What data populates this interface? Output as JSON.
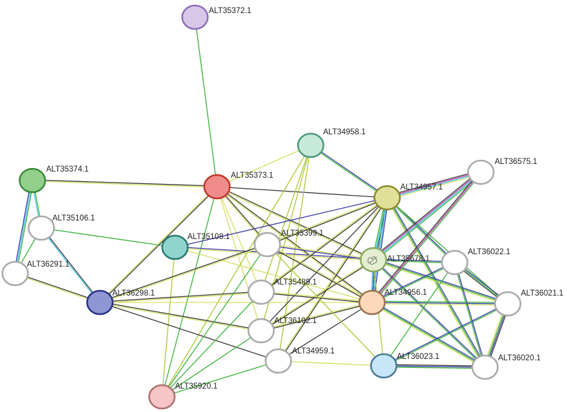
{
  "palette": {
    "black": "#3a3a3a",
    "yellow": "#d6e063",
    "green": "#3cb33c",
    "blue": "#3a3aa8",
    "cyan": "#3cc2ea",
    "magenta": "#c33fa3",
    "lime": "#a9c934"
  },
  "nodes": [
    {
      "id": "ALT35372.1",
      "fill": "#d7c8ea",
      "stroke": "#8f70b8"
    },
    {
      "id": "ALT34958.1",
      "fill": "#c7e9d9",
      "stroke": "#4f9a7c"
    },
    {
      "id": "ALT35373.1",
      "fill": "#f08c8c",
      "stroke": "#c0392b"
    },
    {
      "id": "ALT35374.1",
      "fill": "#92d08c",
      "stroke": "#3d8a3a"
    },
    {
      "id": "ALT36575.1",
      "fill": "#ffffff",
      "stroke": "#aaaaaa"
    },
    {
      "id": "ALT34957.1",
      "fill": "#e0e09a",
      "stroke": "#8b8b2a"
    },
    {
      "id": "ALT35106.1",
      "fill": "#ffffff",
      "stroke": "#aaaaaa"
    },
    {
      "id": "ALT35108.1",
      "fill": "#90d4cc",
      "stroke": "#2a7a72"
    },
    {
      "id": "ALT35399.1",
      "fill": "#ffffff",
      "stroke": "#aaaaaa"
    },
    {
      "id": "ALT35678.1",
      "fill": "#e4efd2",
      "stroke": "#8aab5f"
    },
    {
      "id": "ALT36022.1",
      "fill": "#ffffff",
      "stroke": "#aaaaaa"
    },
    {
      "id": "ALT36291.1",
      "fill": "#ffffff",
      "stroke": "#aaaaaa"
    },
    {
      "id": "ALT35489.1",
      "fill": "#ffffff",
      "stroke": "#aaaaaa"
    },
    {
      "id": "ALT34956.1",
      "fill": "#fcd9ba",
      "stroke": "#9a7350"
    },
    {
      "id": "ALT36021.1",
      "fill": "#ffffff",
      "stroke": "#aaaaaa"
    },
    {
      "id": "ALT36298.1",
      "fill": "#8e97d2",
      "stroke": "#2a3388"
    },
    {
      "id": "ALT36102.1",
      "fill": "#ffffff",
      "stroke": "#aaaaaa"
    },
    {
      "id": "ALT34959.1",
      "fill": "#ffffff",
      "stroke": "#aaaaaa"
    },
    {
      "id": "ALT36023.1",
      "fill": "#c7e7f8",
      "stroke": "#4a7a9a"
    },
    {
      "id": "ALT36020.1",
      "fill": "#ffffff",
      "stroke": "#aaaaaa"
    },
    {
      "id": "ALT35920.1",
      "fill": "#f7c5c5",
      "stroke": "#b07070"
    }
  ],
  "edges": [
    [
      "ALT35372.1",
      "ALT35373.1",
      [
        "green"
      ]
    ],
    [
      "ALT35374.1",
      "ALT35373.1",
      [
        "black",
        "yellow"
      ]
    ],
    [
      "ALT35374.1",
      "ALT35106.1",
      [
        "green",
        "cyan"
      ]
    ],
    [
      "ALT35374.1",
      "ALT36291.1",
      [
        "green",
        "cyan",
        "blue"
      ]
    ],
    [
      "ALT35106.1",
      "ALT36291.1",
      [
        "green"
      ]
    ],
    [
      "ALT35106.1",
      "ALT36298.1",
      [
        "black",
        "cyan"
      ]
    ],
    [
      "ALT35106.1",
      "ALT35108.1",
      [
        "green"
      ]
    ],
    [
      "ALT36291.1",
      "ALT36298.1",
      [
        "black",
        "yellow"
      ]
    ],
    [
      "ALT35373.1",
      "ALT36298.1",
      [
        "black",
        "yellow"
      ]
    ],
    [
      "ALT35373.1",
      "ALT35920.1",
      [
        "green"
      ]
    ],
    [
      "ALT35373.1",
      "ALT34957.1",
      [
        "black"
      ]
    ],
    [
      "ALT35373.1",
      "ALT35399.1",
      [
        "black",
        "yellow"
      ]
    ],
    [
      "ALT35373.1",
      "ALT35489.1",
      [
        "yellow"
      ]
    ],
    [
      "ALT35373.1",
      "ALT35678.1",
      [
        "black",
        "yellow"
      ]
    ],
    [
      "ALT35373.1",
      "ALT34956.1",
      [
        "black",
        "yellow"
      ]
    ],
    [
      "ALT35373.1",
      "ALT36102.1",
      [
        "yellow"
      ]
    ],
    [
      "ALT34958.1",
      "ALT35373.1",
      [
        "yellow"
      ]
    ],
    [
      "ALT34958.1",
      "ALT34957.1",
      [
        "blue",
        "green"
      ]
    ],
    [
      "ALT34958.1",
      "ALT35489.1",
      [
        "lime"
      ]
    ],
    [
      "ALT34958.1",
      "ALT36102.1",
      [
        "lime"
      ]
    ],
    [
      "ALT34958.1",
      "ALT34959.1",
      [
        "lime"
      ]
    ],
    [
      "ALT34958.1",
      "ALT35920.1",
      [
        "lime"
      ]
    ],
    [
      "ALT35108.1",
      "ALT34957.1",
      [
        "blue"
      ]
    ],
    [
      "ALT35108.1",
      "ALT35678.1",
      [
        "blue",
        "yellow"
      ]
    ],
    [
      "ALT35108.1",
      "ALT35920.1",
      [
        "lime"
      ]
    ],
    [
      "ALT35108.1",
      "ALT34956.1",
      [
        "yellow"
      ]
    ],
    [
      "ALT36298.1",
      "ALT35399.1",
      [
        "black",
        "yellow"
      ]
    ],
    [
      "ALT36298.1",
      "ALT35489.1",
      [
        "black",
        "yellow"
      ]
    ],
    [
      "ALT36298.1",
      "ALT36102.1",
      [
        "black",
        "yellow"
      ]
    ],
    [
      "ALT36298.1",
      "ALT34959.1",
      [
        "black"
      ]
    ],
    [
      "ALT36298.1",
      "ALT34956.1",
      [
        "yellow"
      ]
    ],
    [
      "ALT34957.1",
      "ALT35399.1",
      [
        "black",
        "yellow"
      ]
    ],
    [
      "ALT34957.1",
      "ALT35489.1",
      [
        "black",
        "yellow"
      ]
    ],
    [
      "ALT34957.1",
      "ALT36102.1",
      [
        "black"
      ]
    ],
    [
      "ALT34957.1",
      "ALT34959.1",
      [
        "black",
        "yellow"
      ]
    ],
    [
      "ALT34957.1",
      "ALT35678.1",
      [
        "blue",
        "cyan",
        "green"
      ]
    ],
    [
      "ALT34957.1",
      "ALT34956.1",
      [
        "blue",
        "cyan",
        "green"
      ]
    ],
    [
      "ALT34957.1",
      "ALT36575.1",
      [
        "black",
        "magenta",
        "cyan",
        "yellow"
      ]
    ],
    [
      "ALT34957.1",
      "ALT36022.1",
      [
        "blue",
        "green"
      ]
    ],
    [
      "ALT34957.1",
      "ALT36020.1",
      [
        "blue",
        "green",
        "yellow"
      ]
    ],
    [
      "ALT34957.1",
      "ALT36021.1",
      [
        "green"
      ]
    ],
    [
      "ALT35678.1",
      "ALT36575.1",
      [
        "black",
        "magenta",
        "cyan",
        "green"
      ]
    ],
    [
      "ALT35678.1",
      "ALT36022.1",
      [
        "blue",
        "green"
      ]
    ],
    [
      "ALT35678.1",
      "ALT36021.1",
      [
        "blue",
        "green",
        "yellow"
      ]
    ],
    [
      "ALT35678.1",
      "ALT36020.1",
      [
        "blue",
        "green"
      ]
    ],
    [
      "ALT35678.1",
      "ALT34956.1",
      [
        "blue",
        "cyan"
      ]
    ],
    [
      "ALT35678.1",
      "ALT35399.1",
      [
        "blue",
        "yellow"
      ]
    ],
    [
      "ALT35678.1",
      "ALT36102.1",
      [
        "black",
        "yellow"
      ]
    ],
    [
      "ALT35678.1",
      "ALT36023.1",
      [
        "lime"
      ]
    ],
    [
      "ALT34956.1",
      "ALT36575.1",
      [
        "black",
        "magenta",
        "green"
      ]
    ],
    [
      "ALT34956.1",
      "ALT36022.1",
      [
        "blue",
        "green"
      ]
    ],
    [
      "ALT34956.1",
      "ALT36021.1",
      [
        "green",
        "blue",
        "yellow"
      ]
    ],
    [
      "ALT34956.1",
      "ALT36020.1",
      [
        "blue",
        "green",
        "yellow"
      ]
    ],
    [
      "ALT34956.1",
      "ALT35399.1",
      [
        "black",
        "yellow"
      ]
    ],
    [
      "ALT34956.1",
      "ALT35489.1",
      [
        "black",
        "yellow"
      ]
    ],
    [
      "ALT34956.1",
      "ALT36102.1",
      [
        "black",
        "yellow"
      ]
    ],
    [
      "ALT34956.1",
      "ALT34959.1",
      [
        "black"
      ]
    ],
    [
      "ALT36023.1",
      "ALT36020.1",
      [
        "black",
        "blue",
        "green"
      ]
    ],
    [
      "ALT36023.1",
      "ALT36021.1",
      [
        "blue",
        "green"
      ]
    ],
    [
      "ALT36023.1",
      "ALT36022.1",
      [
        "green"
      ]
    ],
    [
      "ALT36023.1",
      "ALT34959.1",
      [
        "yellow"
      ]
    ],
    [
      "ALT36023.1",
      "ALT35399.1",
      [
        "lime"
      ]
    ],
    [
      "ALT36022.1",
      "ALT36021.1",
      [
        "blue",
        "green",
        "black"
      ]
    ],
    [
      "ALT36022.1",
      "ALT36020.1",
      [
        "blue",
        "green"
      ]
    ],
    [
      "ALT36021.1",
      "ALT36020.1",
      [
        "black",
        "blue",
        "green",
        "yellow"
      ]
    ],
    [
      "ALT35920.1",
      "ALT35399.1",
      [
        "green"
      ]
    ],
    [
      "ALT35920.1",
      "ALT35489.1",
      [
        "green"
      ]
    ],
    [
      "ALT35920.1",
      "ALT36102.1",
      [
        "green"
      ]
    ],
    [
      "ALT35920.1",
      "ALT34959.1",
      [
        "green"
      ]
    ]
  ]
}
